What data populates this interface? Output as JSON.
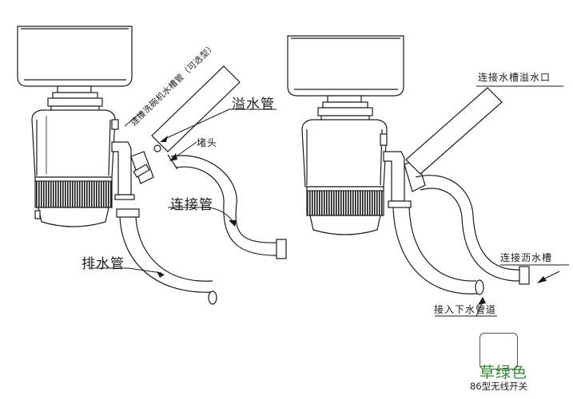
{
  "labels": {
    "dishwasher_pipe": "连接洗碗机水槽管（可选型）",
    "overflow_pipe": "溢水管",
    "plug": "堵头",
    "connector_pipe": "连接管",
    "drain_pipe": "排水管",
    "sink_overflow": "连接水槽溢水口",
    "drain_basket": "连接沥水槽",
    "sewer": "接入下水管道"
  },
  "watermark": {
    "brand": "草绿色",
    "caption": "86型无线开关"
  }
}
